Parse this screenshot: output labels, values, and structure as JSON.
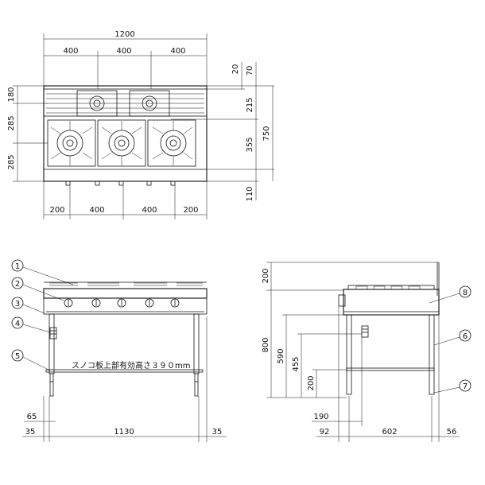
{
  "top_view": {
    "width_total": "1200",
    "top_segments": [
      "400",
      "400",
      "400"
    ],
    "bottom_segments": [
      "200",
      "400",
      "400",
      "200"
    ],
    "left_dims": [
      "180",
      "285",
      "285"
    ],
    "right_dims": [
      "20",
      "70",
      "215",
      "355",
      "750",
      "110"
    ]
  },
  "front_view": {
    "callouts": [
      "1",
      "2",
      "3",
      "4",
      "5"
    ],
    "note": "スノコ板上部有効高さ３９０mm",
    "dim_65": "65",
    "bottom_dims": [
      "35",
      "1130",
      "35"
    ]
  },
  "side_view": {
    "callouts": [
      "8",
      "6",
      "7"
    ],
    "left_dims": [
      "200",
      "800",
      "590",
      "455",
      "200"
    ],
    "dim_190": "190",
    "bottom_dims": [
      "92",
      "602",
      "56"
    ]
  }
}
